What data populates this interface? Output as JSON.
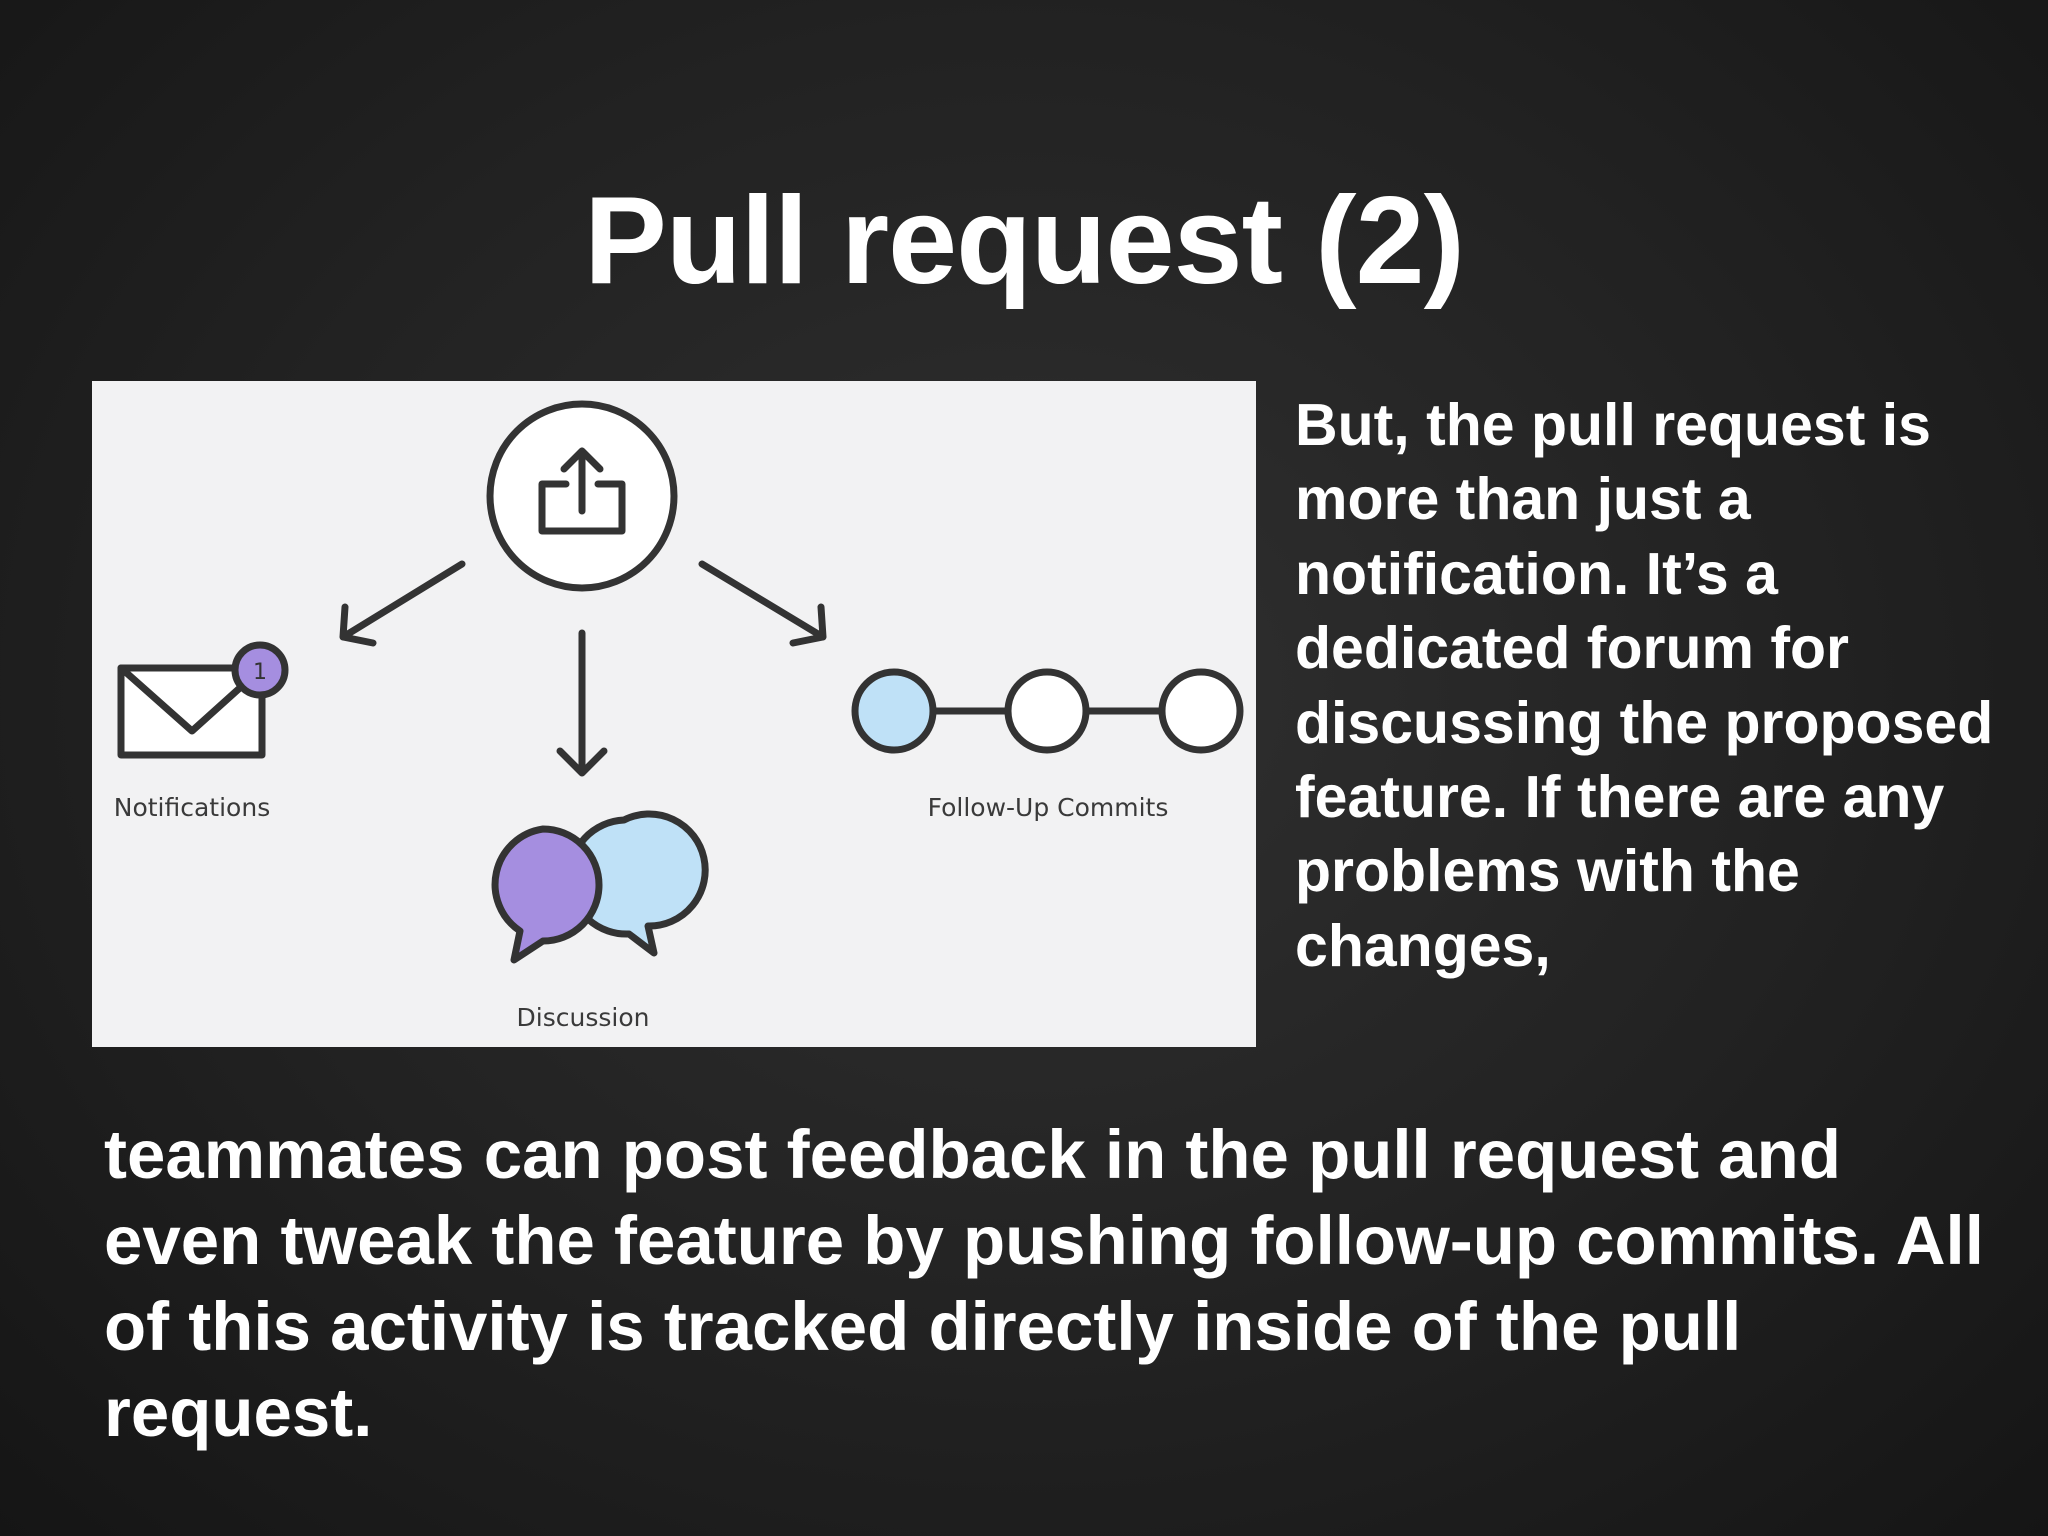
{
  "slide": {
    "title": "Pull request (2)",
    "side_text": "But, the pull request is more than just a notification. It’s a dedicated forum for discussing the proposed feature. If there are any problems with the changes,",
    "bottom_text": "teammates can post feedback in the pull request and even tweak the feature by pushing follow-up commits. All of this activity is tracked directly inside of the pull request."
  },
  "diagram": {
    "center_icon": "upload-icon",
    "labels": {
      "notifications": "Notifications",
      "discussion": "Discussion",
      "follow_up_commits": "Follow-Up Commits"
    },
    "notification_badge": "1",
    "colors": {
      "purple": "#a58ee0",
      "light_blue": "#bfe1f7",
      "stroke": "#333333",
      "background": "#f2f2f3"
    }
  }
}
